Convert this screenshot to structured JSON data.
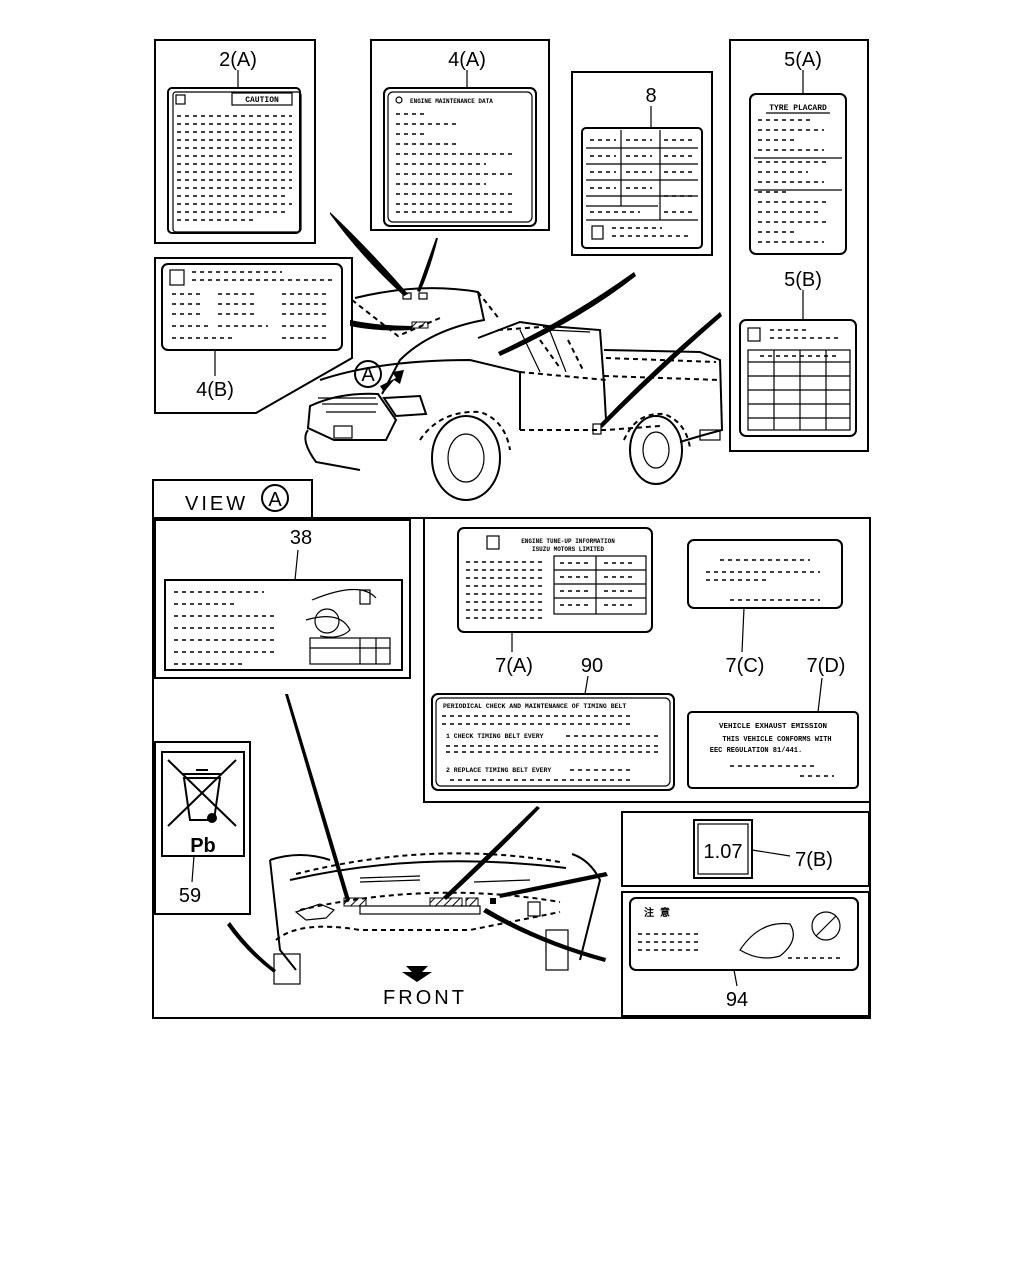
{
  "callouts": {
    "c2a": "2(A)",
    "c4a": "4(A)",
    "c8": "8",
    "c5a": "5(A)",
    "c5b": "5(B)",
    "c4b": "4(B)",
    "c_a_marker": "A",
    "c38": "38",
    "c7a": "7(A)",
    "c90": "90",
    "c7c": "7(C)",
    "c7d": "7(D)",
    "c59": "59",
    "c7b": "7(B)",
    "c94": "94"
  },
  "view_title": {
    "prefix": "VIEW",
    "letter": "A"
  },
  "labels": {
    "caution": "CAUTION",
    "engine_maintenance": "ENGINE MAINTENANCE DATA",
    "tyre_placard": "TYRE PLACARD",
    "engine_tuneup_1": "ENGINE TUNE-UP INFORMATION",
    "engine_tuneup_2": "ISUZU MOTORS LIMITED",
    "timing_belt_title": "PERIODICAL CHECK AND MAINTENANCE OF TIMING BELT",
    "timing_belt_1": "1 CHECK TIMING BELT EVERY",
    "timing_belt_2": "2 REPLACE TIMING BELT EVERY",
    "emission_1": "VEHICLE EXHAUST EMISSION",
    "emission_2": "THIS VEHICLE CONFORMS WITH",
    "emission_3": "EEC REGULATION 81/441.",
    "pb": "Pb",
    "ver": "1.07",
    "jp_label": "注 意",
    "front": "FRONT"
  }
}
